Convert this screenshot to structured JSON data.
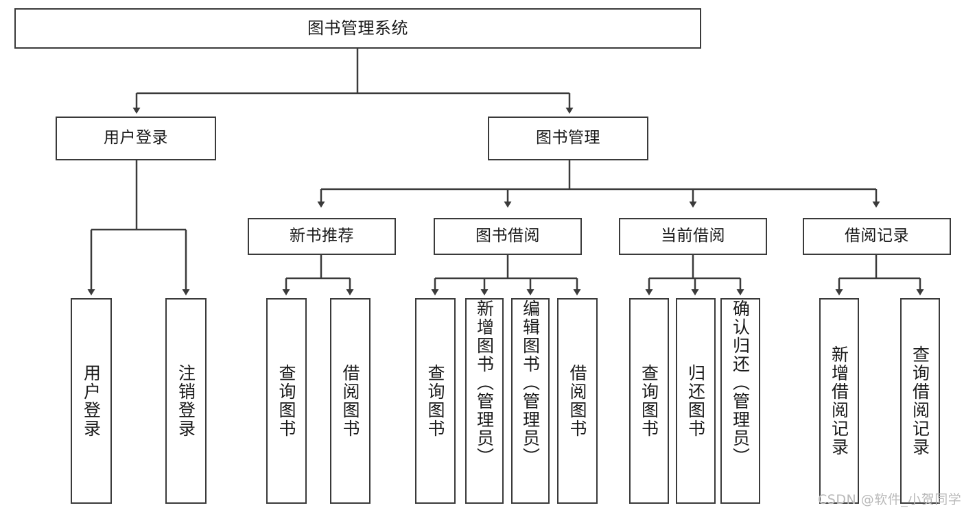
{
  "diagram": {
    "title": "图书管理系统",
    "type": "tree-hierarchy-chart",
    "orientation": "top-down",
    "colors": {
      "box_border": "#3a3a3a",
      "box_fill": "#ffffff",
      "edge": "#3a3a3a",
      "text": "#1a1a1a",
      "watermark": "#b9b9b9",
      "background": "#ffffff"
    }
  },
  "nodes": {
    "root": {
      "label": "图书管理系统"
    },
    "level2": [
      {
        "label": "用户登录"
      },
      {
        "label": "图书管理"
      }
    ],
    "level3": [
      {
        "label": "新书推荐"
      },
      {
        "label": "图书借阅"
      },
      {
        "label": "当前借阅"
      },
      {
        "label": "借阅记录"
      }
    ],
    "leaves": {
      "user_login": [
        {
          "label": "用户登录"
        },
        {
          "label": "注销登录"
        }
      ],
      "new_book_recommend": [
        {
          "label": "查询图书"
        },
        {
          "label": "借阅图书"
        }
      ],
      "book_borrow": [
        {
          "label": "查询图书"
        },
        {
          "label": "新增图书（管理员）"
        },
        {
          "label": "编辑图书（管理员）"
        },
        {
          "label": "借阅图书"
        }
      ],
      "current_borrow": [
        {
          "label": "查询图书"
        },
        {
          "label": "归还图书"
        },
        {
          "label": "确认归还（管理员）"
        }
      ],
      "borrow_records": [
        {
          "label": "新增借阅记录"
        },
        {
          "label": "查询借阅记录"
        }
      ]
    }
  },
  "watermark": {
    "text": "CSDN @软件_小贺同学"
  }
}
